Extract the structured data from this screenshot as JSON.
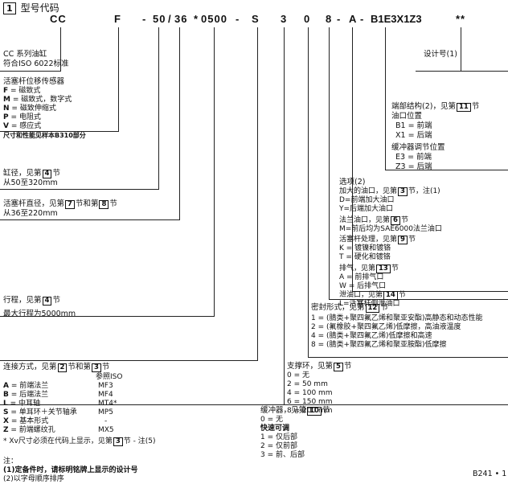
{
  "section": {
    "num": "1",
    "title": "型号代码"
  },
  "code": [
    "CC",
    "F",
    "-",
    "50",
    "/",
    "36",
    "*",
    "0500",
    "-",
    "S",
    "3",
    "0",
    "8",
    "-",
    "A",
    "-",
    "B1E3X1Z3",
    "**"
  ],
  "design": {
    "label": "设计号(1)"
  },
  "cc": {
    "l1": "CC 系列油缸",
    "l2": "符合ISO 6022标准"
  },
  "sensor": {
    "title": "活塞杆位移传感器",
    "items": [
      {
        "k": "F",
        "v": "= 磁致式"
      },
      {
        "k": "M",
        "v": "= 磁致式，数字式"
      },
      {
        "k": "N",
        "v": "= 磁致伸缩式"
      },
      {
        "k": "P",
        "v": "= 电阻式"
      },
      {
        "k": "V",
        "v": "= 感应式"
      }
    ],
    "note": "尺寸和性能见样本B310部分"
  },
  "ends": {
    "t1": "端部结构(2)，见第",
    "sec": "11",
    "t2": "节",
    "oil": "油口位置",
    "b1": "B1 = 前端",
    "x1": "X1 = 后端",
    "cush": "缓冲器调节位置",
    "e3": "E3 = 前端",
    "z3": "Z3 = 后端"
  },
  "bore": {
    "t1": "缸径，见第",
    "sec": "4",
    "t2": "节",
    "range": "从50至320mm"
  },
  "options": {
    "title": "选项(2)",
    "big": {
      "t1": "加大的油口，见第",
      "sec": "3",
      "t2": "节，注(1)"
    },
    "bigd": "D=前端加大油口",
    "bigy": "Y=后端加大油口",
    "fl": {
      "t1": "法兰油口，见第",
      "sec": "6",
      "t2": "节"
    },
    "flm": "M=前后均为SAE6000法兰油口",
    "rod": {
      "t1": "活塞杆处理，见第",
      "sec": "9",
      "t2": "节"
    },
    "rodk": "K = 镀镍和镀铬",
    "rodt": "T = 硬化和镀铬",
    "air": {
      "t1": "排气，见第",
      "sec": "13",
      "t2": "节"
    },
    "aira": "A = 前排气口",
    "airw": "W = 后排气口",
    "drain": {
      "t1": "泄油口，见第",
      "sec": "14",
      "t2": "节"
    },
    "drainl": "L=活塞杆侧泄油口"
  },
  "rodd": {
    "t1": "活塞杆直径，见第",
    "sec1": "7",
    "t2": "节和第",
    "sec2": "8",
    "t3": "节",
    "range": "从36至220mm"
  },
  "stroke": {
    "t1": "行程，见第",
    "sec": "4",
    "t2": "节",
    "max": "最大行程为5000mm"
  },
  "seal": {
    "t1": "密封形式，见第",
    "sec": "12",
    "t2": "节",
    "items": [
      "1 = (腈类+聚四氟乙烯和聚亚安酯)高静态和动态性能",
      "2 = (氟橡胶+聚四氟乙烯)低摩擦，高油液温度",
      "4 = (腈类+聚四氟乙烯)低摩擦和高速",
      "8 = (腈类+聚四氟乙烯和聚亚胺酯)低摩擦"
    ]
  },
  "mount": {
    "t1": "连接方式，见第",
    "sec1": "2",
    "t2": "节和第",
    "sec2": "3",
    "t3": "节",
    "ref": "参照ISO",
    "rows": [
      {
        "k": "A",
        "v": "= 前端法兰",
        "iso": "MF3"
      },
      {
        "k": "B",
        "v": "= 后端法兰",
        "iso": "MF4"
      },
      {
        "k": "L",
        "v": "= 中耳轴",
        "iso": "MT4*"
      },
      {
        "k": "S",
        "v": "= 单耳环＋关节轴承",
        "iso": "MP5"
      },
      {
        "k": "X",
        "v": "= 基本形式",
        "iso": "-"
      },
      {
        "k": "Z",
        "v": "= 前端螺纹孔",
        "iso": "MX5"
      }
    ],
    "note1": "* Xv尺寸必须在代码上显示，见第",
    "nsec": "3",
    "note2": "节 - 注(5)"
  },
  "support": {
    "t1": "支撑环，见第",
    "sec": "5",
    "t2": "节",
    "items": [
      "0 = 无",
      "2 = 50 mm",
      "4 = 100 mm",
      "6 = 150 mm",
      "8 = 200 mm"
    ]
  },
  "cushion": {
    "t1": "缓冲器，见第",
    "sec": "10",
    "t2": "节",
    "none": "0 = 无",
    "fast": "快速可调",
    "items": [
      "1 = 仅后部",
      "2 = 仅前部",
      "3 = 前、后部"
    ]
  },
  "notes": {
    "head": "注：",
    "n1": "(1)定备件时，请标明铭牌上显示的设计号",
    "n2": "(2)以字母顺序排序"
  },
  "page": "B241 • 1"
}
